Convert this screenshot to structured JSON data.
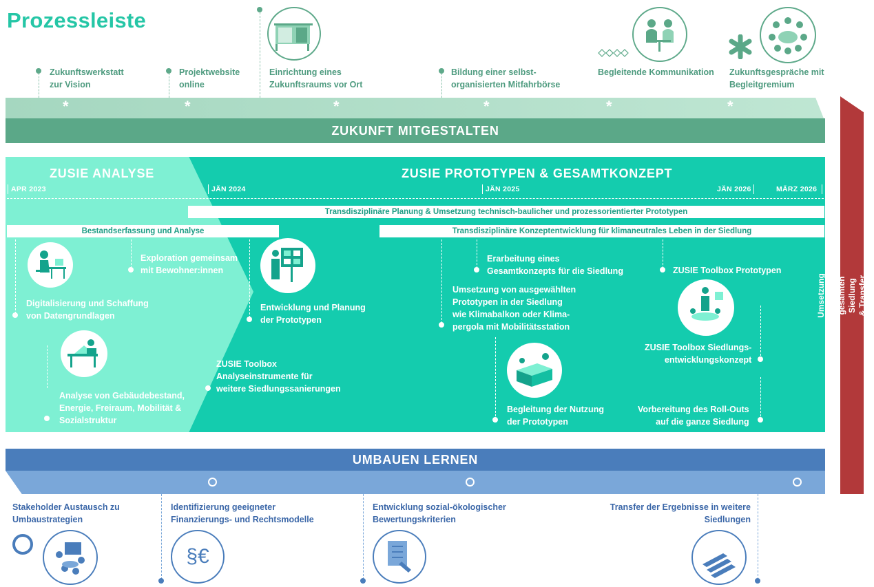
{
  "title": "Prozessleiste",
  "top_items": [
    {
      "label": "Zukunftswerkstatt\nzur Vision"
    },
    {
      "label": "Projektwebsite\nonline"
    },
    {
      "label": "Einrichtung eines\nZukunftsraums vor Ort"
    },
    {
      "label": "Bildung einer selbst-\norganisierten Mitfahrbörse"
    },
    {
      "label": "Begleitende Kommunikation"
    },
    {
      "label": "Zukunftsgespräche mit\nBegleitgremium"
    }
  ],
  "band_zukunft": "ZUKUNFT MITGESTALTEN",
  "analyse_title": "ZUSIE ANALYSE",
  "prototypen_title": "ZUSIE PROTOTYPEN & GESAMTKONZEPT",
  "dates": [
    "APR 2023",
    "JÄN 2024",
    "JÄN 2025",
    "JÄN 2026",
    "MÄRZ 2026"
  ],
  "bar_transdisz_planung": "Transdisziplinäre Planung & Umsetzung technisch-baulicher und prozessorientierter Prototypen",
  "bar_bestand": "Bestandserfassung und Analyse",
  "bar_konzept": "Transdisziplinäre Konzeptentwicklung für klimaneutrales Leben in der Siedlung",
  "items": {
    "digital": "Digitalisierung und Schaffung\nvon Datengrundlagen",
    "exploration": "Exploration gemeinsam\nmit Bewohner:innen",
    "entwicklung": "Entwicklung und Planung\nder Prototypen",
    "gebaeude": "Analyse von Gebäudebestand,\nEnergie, Freiraum, Mobilität &\nSozialstruktur",
    "toolbox_analyse": "ZUSIE Toolbox\nAnalyseinstrumente für\nweitere Siedlungssanierungen",
    "gesamtkonzept": "Erarbeitung eines\nGesamtkonzepts für die Siedlung",
    "umsetzung": "Umsetzung von ausgewählten\nPrototypen in der Siedlung\nwie Klimabalkon oder Klima-\npergola mit Mobilitätsstation",
    "begleitung": "Begleitung der Nutzung\nder Prototypen",
    "toolbox_proto": "ZUSIE Toolbox Prototypen",
    "toolbox_siedlung": "ZUSIE Toolbox Siedlungs-\nentwicklungskonzept",
    "rollout": "Vorbereitung des Roll-Outs\nauf die ganze Siedlung"
  },
  "band_umbauen": "UMBAUEN LERNEN",
  "bottom_items": [
    {
      "label": "Stakeholder Austausch zu\nUmbaustrategien"
    },
    {
      "label": "Identifizierung geeigneter\nFinanzierungs- und Rechtsmodelle"
    },
    {
      "label": "Entwicklung sozial-ökologischer\nBewertungskriterien"
    },
    {
      "label": "Transfer der Ergebnisse in weitere\nSiedlungen"
    }
  ],
  "finance_symbol": "§€",
  "side_text": "Umsetzung in der gesamten Siedlung\n& Transfer auf andere Siedlungen",
  "colors": {
    "title": "#25c6a6",
    "green_dark": "#5ba888",
    "teal": "#14ccae",
    "teal_light": "#7ef0d3",
    "blue": "#4a7dbb",
    "blue_light": "#7aa7d9",
    "red": "#b2393a"
  }
}
